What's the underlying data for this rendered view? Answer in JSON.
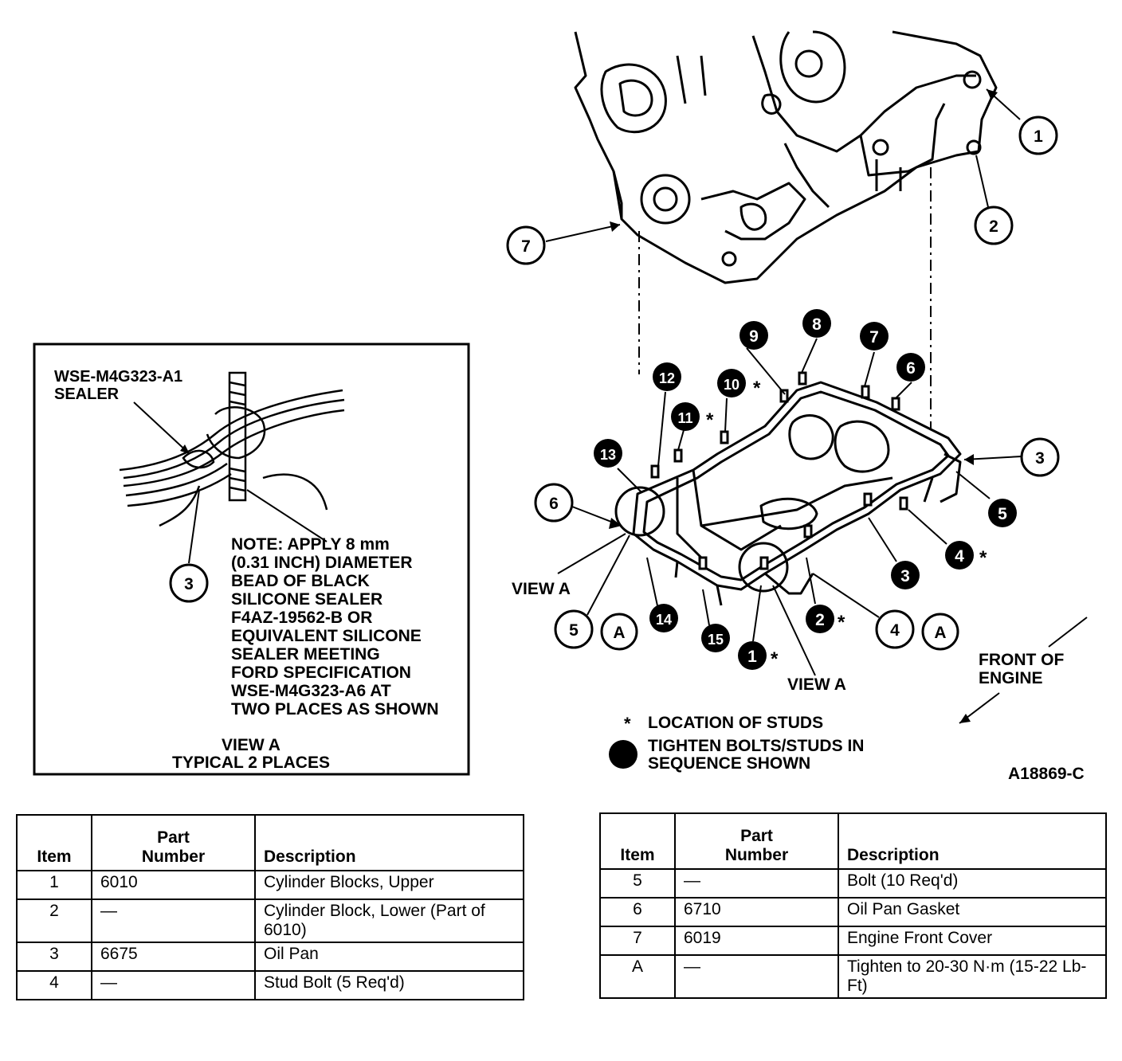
{
  "diagram": {
    "callouts_plain": [
      "1",
      "2",
      "7",
      "3",
      "6",
      "5",
      "4"
    ],
    "callouts_letter": [
      "A",
      "A"
    ],
    "sequence_numbers": [
      "9",
      "8",
      "7",
      "6",
      "12",
      "10",
      "11",
      "13",
      "5",
      "4",
      "3",
      "14",
      "15",
      "2",
      "1"
    ],
    "stud_marker": "*",
    "view_a_labels": [
      "VIEW A",
      "VIEW A"
    ],
    "front_of_engine": [
      "FRONT OF",
      "ENGINE"
    ],
    "legend": {
      "studs_symbol": "*",
      "studs_text": "LOCATION OF STUDS",
      "sequence_lines": [
        "TIGHTEN BOLTS/STUDS IN",
        "SEQUENCE SHOWN"
      ]
    },
    "figure_id": "A18869-C",
    "inset": {
      "sealer_lines": [
        "WSE-M4G323-A1",
        "SEALER"
      ],
      "callout": "3",
      "note_lines": [
        "NOTE: APPLY 8 mm",
        "(0.31 INCH) DIAMETER",
        "BEAD OF BLACK",
        "SILICONE SEALER",
        "F4AZ-19562-B OR",
        "EQUIVALENT SILICONE",
        "SEALER MEETING",
        "FORD SPECIFICATION",
        "WSE-M4G323-A6 AT",
        "TWO PLACES AS SHOWN"
      ],
      "caption_lines": [
        "VIEW A",
        "TYPICAL 2 PLACES"
      ]
    }
  },
  "tables": {
    "headers": {
      "item": "Item",
      "part_line1": "Part",
      "part_line2": "Number",
      "description": "Description"
    },
    "left_rows": [
      {
        "item": "1",
        "part": "6010",
        "description": "Cylinder Blocks, Upper"
      },
      {
        "item": "2",
        "part": "—",
        "description": "Cylinder Block, Lower (Part of 6010)"
      },
      {
        "item": "3",
        "part": "6675",
        "description": "Oil Pan"
      },
      {
        "item": "4",
        "part": "—",
        "description": "Stud Bolt (5 Req'd)"
      }
    ],
    "right_rows": [
      {
        "item": "5",
        "part": "—",
        "description": "Bolt (10 Req'd)"
      },
      {
        "item": "6",
        "part": "6710",
        "description": "Oil Pan Gasket"
      },
      {
        "item": "7",
        "part": "6019",
        "description": "Engine Front Cover"
      },
      {
        "item": "A",
        "part": "—",
        "description": "Tighten to 20-30 N·m (15-22 Lb-Ft)"
      }
    ]
  }
}
